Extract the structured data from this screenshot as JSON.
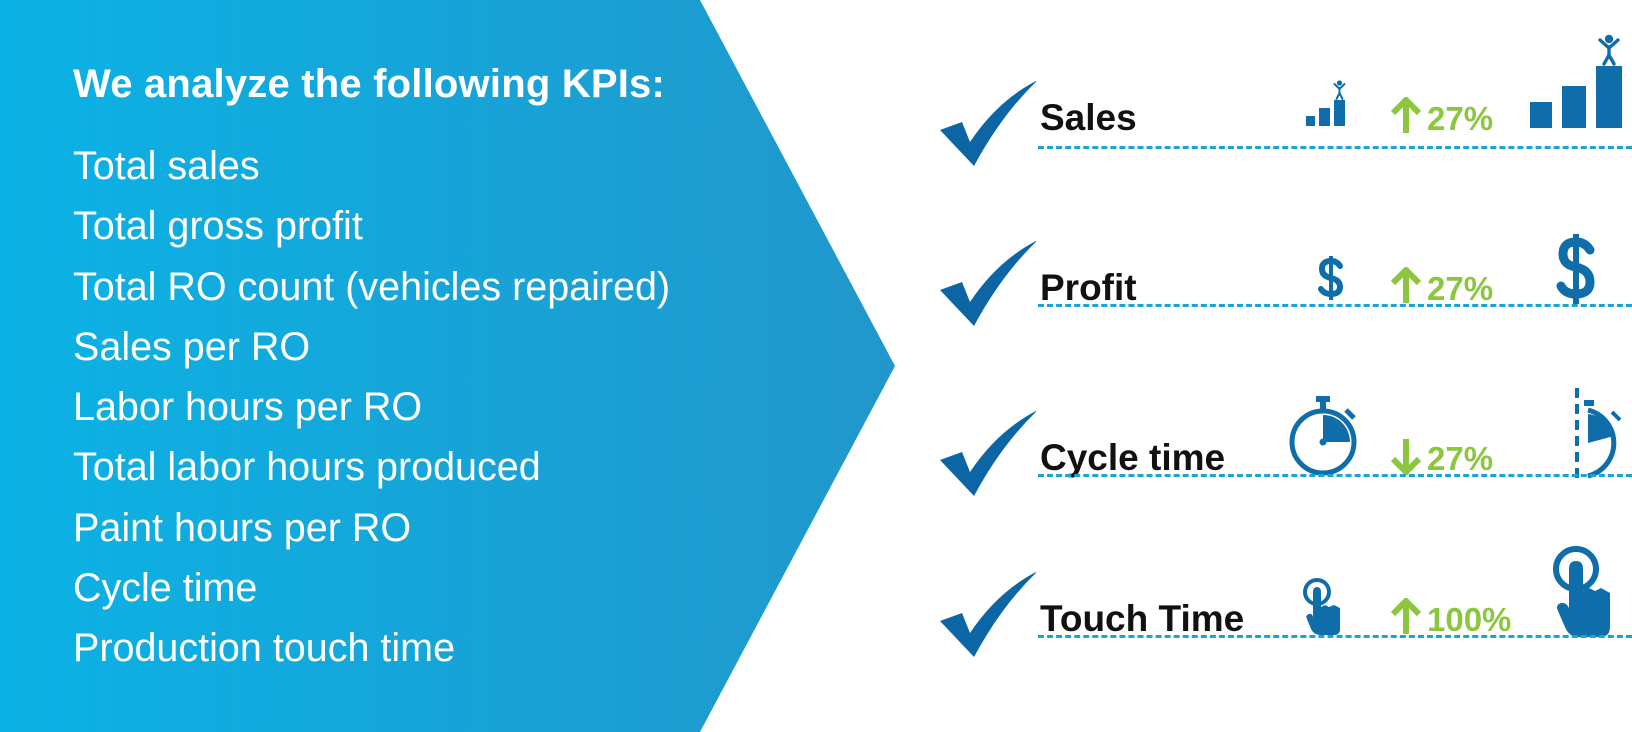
{
  "panel": {
    "title": "We analyze the following KPIs:",
    "items": [
      "Total sales",
      "Total gross profit",
      "Total RO count (vehicles repaired)",
      "Sales per RO",
      "Labor hours per RO",
      "Total labor hours produced",
      "Paint hours per RO",
      "Cycle time",
      "Production touch time"
    ]
  },
  "kpis": [
    {
      "name": "Sales",
      "change": "27%",
      "direction": "up",
      "small_icon": "bar-chart-person-icon",
      "large_icon": "bar-chart-person-icon"
    },
    {
      "name": "Profit",
      "change": "27%",
      "direction": "up",
      "small_icon": "dollar-icon",
      "large_icon": "dollar-icon"
    },
    {
      "name": "Cycle time",
      "change": "27%",
      "direction": "down",
      "small_icon": "stopwatch-icon",
      "large_icon": "stopwatch-icon"
    },
    {
      "name": "Touch Time",
      "change": "100%",
      "direction": "up",
      "small_icon": "hand-touch-icon",
      "large_icon": "hand-touch-icon"
    }
  ],
  "colors": {
    "panel_gradient_start": "#0bb2e5",
    "panel_gradient_end": "#1f9bcf",
    "icon_blue": "#0f6eaa",
    "change_green": "#8cc63f",
    "check_blue": "#0c66a6",
    "dash_blue": "#1ba3d6"
  }
}
